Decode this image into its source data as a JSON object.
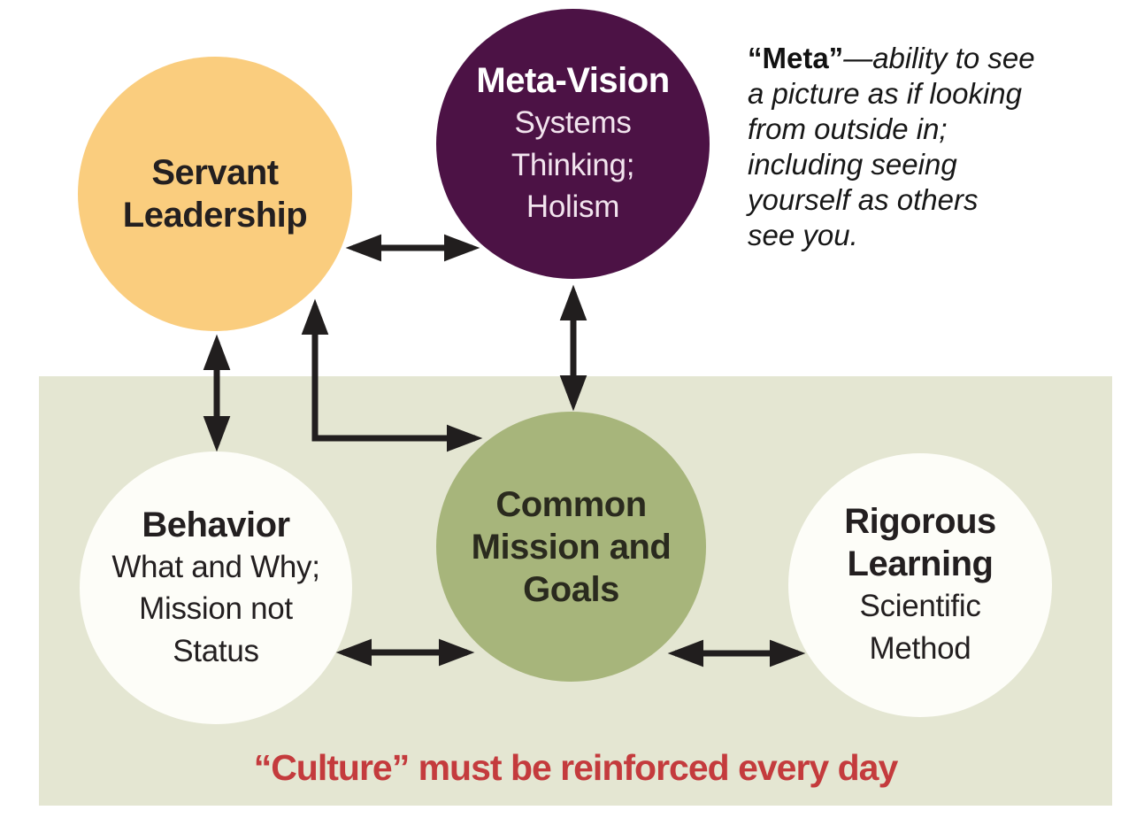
{
  "diagram": {
    "circles": [
      {
        "id": "servant-leadership",
        "title": "Servant\nLeadership",
        "subtitle": "",
        "color": "#FACD7E"
      },
      {
        "id": "meta-vision",
        "title": "Meta-Vision",
        "subtitle": "Systems\nThinking;\nHolism",
        "color": "#4C1245"
      },
      {
        "id": "behavior",
        "title": "Behavior",
        "subtitle": "What and Why;\nMission not\nStatus",
        "color": "#FDFDF8"
      },
      {
        "id": "common-mission",
        "title": "Common\nMission and\nGoals",
        "subtitle": "",
        "color": "#A7B57B"
      },
      {
        "id": "rigorous-learning",
        "title": "Rigorous\nLearning",
        "subtitle": "Scientific\nMethod",
        "color": "#FDFDF8"
      }
    ],
    "meta_note": {
      "term": "“Meta”",
      "line1_rest": "—ability to see",
      "lines": [
        "a picture as if looking",
        "from outside in;",
        "including seeing",
        "yourself as others",
        "see you."
      ]
    },
    "caption": "“Culture” must be reinforced every day",
    "colors": {
      "panel_background": "#E4E6D2",
      "arrow": "#211E1E",
      "caption_red": "#C43B3D",
      "dark_text": "#231F20",
      "light_text": "#F2E4EE"
    },
    "connections": [
      {
        "from": "servant-leadership",
        "to": "meta-vision",
        "type": "double-headed"
      },
      {
        "from": "servant-leadership",
        "to": "behavior",
        "type": "double-headed"
      },
      {
        "from": "meta-vision",
        "to": "common-mission",
        "type": "double-headed"
      },
      {
        "from": "top-circles-gap",
        "to": "common-mission",
        "type": "elbow-double-headed"
      },
      {
        "from": "behavior",
        "to": "common-mission",
        "type": "double-headed"
      },
      {
        "from": "common-mission",
        "to": "rigorous-learning",
        "type": "double-headed"
      }
    ]
  }
}
